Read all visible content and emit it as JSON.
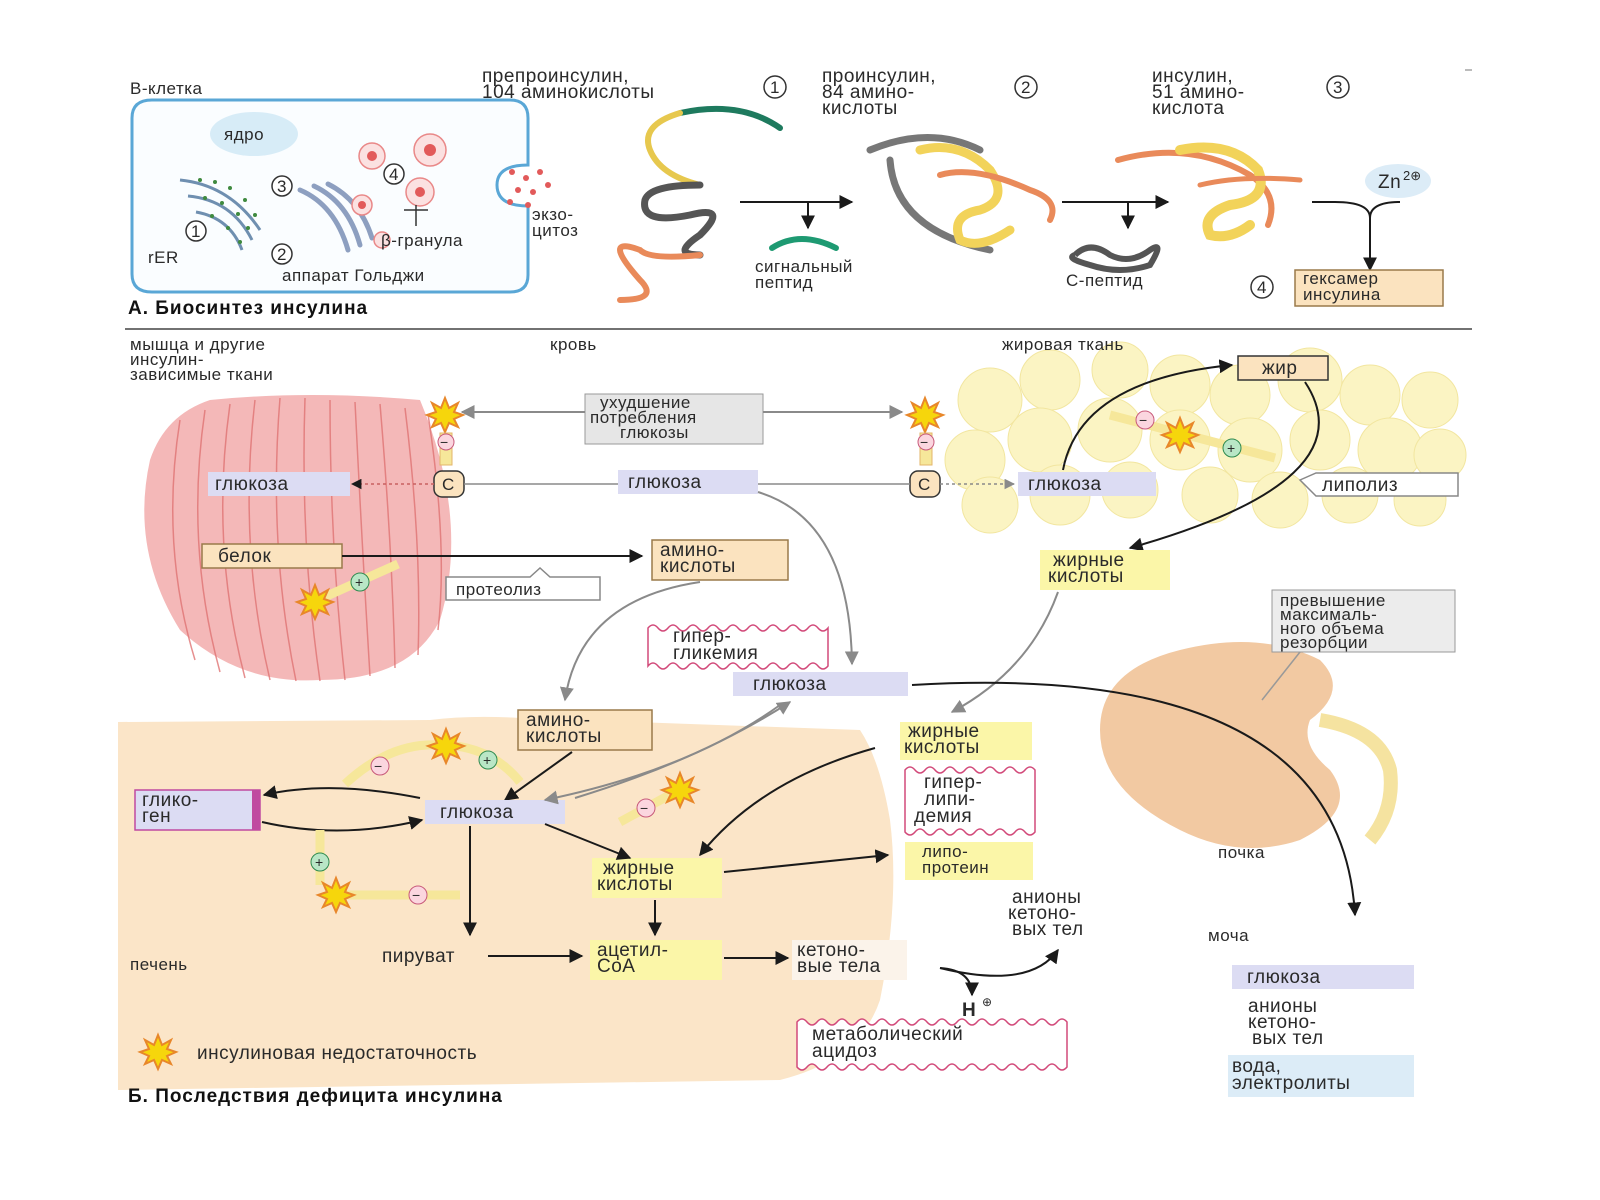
{
  "part_a": {
    "title": "А. Биосинтез инсулина",
    "cell": {
      "title": "В-клетка",
      "nucleus": "ядро",
      "rer": "rER",
      "golgi": "аппарат Гольджи",
      "granule": "β-гранула",
      "exocytosis": [
        "экзо-",
        "цитоз"
      ],
      "marks": [
        "1",
        "2",
        "3",
        "4"
      ]
    },
    "steps": [
      {
        "num": "1",
        "lines": [
          "препроинсулин,",
          "104 аминокислоты"
        ]
      },
      {
        "num": "2",
        "lines": [
          "проинсулин,",
          "84 амино-",
          "кислоты"
        ]
      },
      {
        "num": "3",
        "lines": [
          "инсулин,",
          "51 амино-",
          "кислота"
        ]
      }
    ],
    "signal_peptide": [
      "сигнальный",
      "пептид"
    ],
    "c_peptide": "С-пептид",
    "zinc": {
      "base": "Zn",
      "sup": "2⊕"
    },
    "hexamer": {
      "num": "4",
      "lines": [
        "гексамер",
        "инсулина"
      ]
    }
  },
  "part_b": {
    "title": "Б. Последствия дефицита инсулина",
    "tissues": {
      "muscle": [
        "мышца и другие",
        "инсулин-",
        "зависимые ткани"
      ],
      "blood": "кровь",
      "adipose": "жировая ткань",
      "liver": "печень",
      "kidney": "почка",
      "urine": "моча"
    },
    "impaired_uptake": [
      "ухудшение",
      "потребления",
      "глюкозы"
    ],
    "transporter": "С",
    "glucose": "глюкоза",
    "fat": "жир",
    "lipolysis": "липолиз",
    "protein": "белок",
    "proteolysis": "протеолиз",
    "amino_acids": [
      "амино-",
      "кислоты"
    ],
    "fatty_acids": [
      "жирные",
      "кислоты"
    ],
    "hyperglycemia": [
      "гипер-",
      "гликемия"
    ],
    "hyperlipidemia": [
      "гипер-",
      "липи-",
      "демия"
    ],
    "lipoprotein": [
      "липо-",
      "протеин"
    ],
    "glycogen": [
      "глико-",
      "ген"
    ],
    "pyruvate": "пируват",
    "acetyl_coa": [
      "ацетил-",
      "СоА"
    ],
    "ketone_bodies": [
      "кетоно-",
      "вые тела"
    ],
    "ketone_anions": [
      "анионы",
      "кетоно-",
      "вых тел"
    ],
    "hplus": {
      "base": "H",
      "sup": "⊕"
    },
    "acidosis": [
      "метаболический",
      "ацидоз"
    ],
    "resorption": [
      "превышение",
      "максималь-",
      "ного объема",
      "резорбции"
    ],
    "urine_items": {
      "glucose": "глюкоза",
      "anions": [
        "анионы",
        "кетоно-",
        "вых тел"
      ],
      "water": [
        "вода,",
        "электролиты"
      ]
    },
    "signs": {
      "plus": "+",
      "minus": "−"
    },
    "legend": "инсулиновая недостаточность"
  },
  "colors": {
    "cell_border": "#5aa7d6",
    "label_glucose_bg": "#dcdcf3",
    "label_box_bg": "#fbe3bf",
    "label_box_border": "#9a7a4a",
    "fatty_acid_bg": "#fbf6a8",
    "muscle": "#f4b8b8",
    "liver": "#fbe5c8",
    "adipose": "#fbf4c3",
    "kidney": "#f2c9a2",
    "burst": "#f6d60c",
    "burst_edge": "#e8872a",
    "hyper_border": "#d24a7a",
    "arrow": "#1a1a1a",
    "grey_arrow": "#8a8a8a"
  }
}
